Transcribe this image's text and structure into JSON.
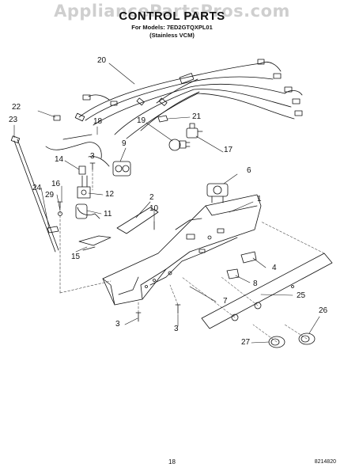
{
  "watermark": "AppliancePartsPros.com",
  "title": "CONTROL PARTS",
  "subtitle_model": "For Models: 7ED2GTQXPL01",
  "subtitle_color": "(Stainless VCM)",
  "callouts": {
    "c20": "20",
    "c22": "22",
    "c23": "23",
    "c18": "18",
    "c19": "19",
    "c21": "21",
    "c17": "17",
    "c9": "9",
    "c14": "14",
    "c3a": "3",
    "c6": "6",
    "c16": "16",
    "c24": "24",
    "c29": "29",
    "c12": "12",
    "c2": "2",
    "c10": "10",
    "c1": "1",
    "c11": "11",
    "c15": "15",
    "c4": "4",
    "c8": "8",
    "c7": "7",
    "c25": "25",
    "c3b": "3",
    "c3c": "3",
    "c26": "26",
    "c27": "27"
  },
  "page_number": "18",
  "doc_code": "8214820"
}
